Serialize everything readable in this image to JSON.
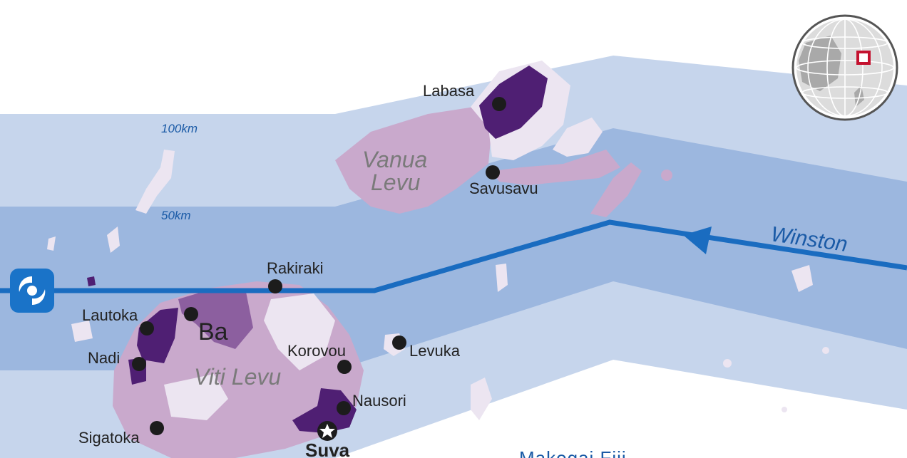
{
  "map": {
    "bands": [
      {
        "label": "100km"
      },
      {
        "label": "50km"
      }
    ],
    "storm_name": "Winston",
    "islands": {
      "vanua": [
        "Vanua",
        "Levu"
      ],
      "viti": "Viti Levu"
    },
    "region_label": "Ba",
    "cities": {
      "labasa": "Labasa",
      "savusavu": "Savusavu",
      "rakiraki": "Rakiraki",
      "lautoka": "Lautoka",
      "nadi": "Nadi",
      "korovou": "Korovou",
      "levuka": "Levuka",
      "nausori": "Nausori",
      "sigatoka": "Sigatoka",
      "suva": "Suva"
    },
    "bottom_caption": "Makogai   Fiji"
  },
  "colors": {
    "outer_band": "#c6d5ec",
    "inner_band": "#9cb7df",
    "track": "#1a6cc0",
    "land_light": "#ece5f1",
    "land_mid": "#c9a9cc",
    "land_dark": "#8c5f9f",
    "land_darkest": "#4f1f73"
  },
  "icons": {
    "cyclone": "cyclone-icon",
    "globe": "globe-icon",
    "capital": "star-icon"
  }
}
